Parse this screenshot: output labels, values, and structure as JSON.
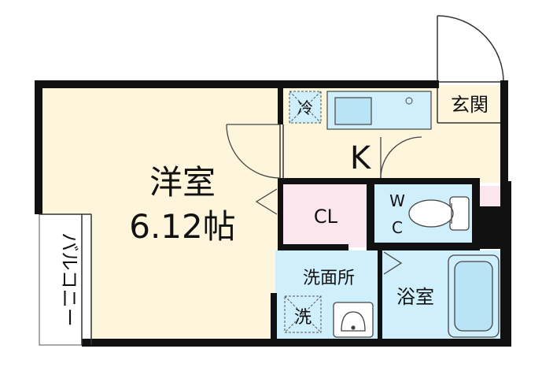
{
  "rooms": {
    "western_room": {
      "name": "洋室",
      "size": "6.12帖"
    },
    "kitchen": {
      "label": "K"
    },
    "refrigerator": {
      "label": "冷"
    },
    "entrance": {
      "label": "玄関"
    },
    "closet": {
      "label": "CL"
    },
    "toilet": {
      "line1": "W",
      "line2": "C"
    },
    "washroom": {
      "label": "洗面所"
    },
    "washing_machine": {
      "label": "洗"
    },
    "bathroom": {
      "label": "浴室"
    },
    "balcony": {
      "label": "バルコニー"
    }
  },
  "colors": {
    "western_room": "#fdf6dc",
    "kitchen": "#fdf6dc",
    "entrance": "#fdf6dc",
    "closet": "#fce6ee",
    "toilet": "#cfeffc",
    "washroom": "#cfeffc",
    "bathroom": "#cfeffc",
    "wall": "#111111",
    "fixture_fill": "#b9e4f6"
  }
}
